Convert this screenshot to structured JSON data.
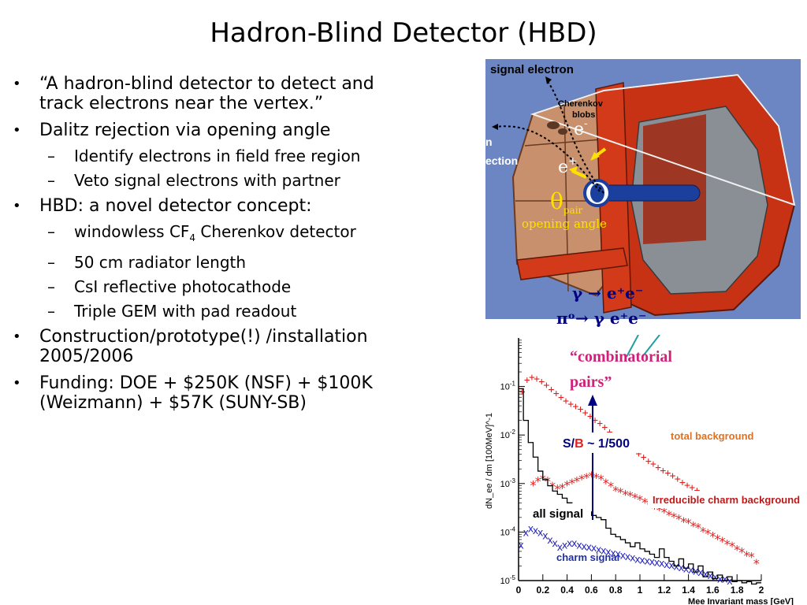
{
  "slide": {
    "title": "Hadron-Blind Detector (HBD)",
    "bullets": [
      {
        "text": "“A hadron-blind detector to detect and track electrons near the vertex.”"
      },
      {
        "text": "Dalitz rejection via opening angle",
        "sub": [
          "Identify electrons in field free region",
          "Veto signal electrons with partner"
        ]
      },
      {
        "text": "HBD: a novel detector concept:",
        "sub_first": {
          "pre": "windowless CF",
          "subscript": "4",
          "post": " Cherenkov detector"
        },
        "sub": [
          "50 cm radiator length",
          "CsI reflective photocathode",
          "Triple GEM with pad readout"
        ]
      },
      {
        "text": "Construction/prototype(!) /installation 2005/2006"
      },
      {
        "text": "Funding: DOE + $250K (NSF) + $100K (Weizmann) + $57K (SUNY-SB)"
      }
    ],
    "bullet_mark": "•",
    "sub_mark": "–"
  },
  "detector_figure": {
    "signal_electron": "signal electron",
    "partial_label_1": "n",
    "partial_label_2": "ection",
    "cherenkov_line1": "Cherenkov",
    "cherenkov_line2": "blobs",
    "e_minus": "e",
    "e_minus_sup": "-",
    "e_plus": "e",
    "e_plus_sup": "+",
    "theta": "θ",
    "theta_sub": "pair",
    "opening_angle": "opening angle",
    "colors": {
      "background": "#6c86c4",
      "red": "#c83214",
      "tan": "#c8906c",
      "blue_tube": "#1a3f9c",
      "yellow": "#ffe000"
    }
  },
  "equations": {
    "eq1": "γ → e⁺e⁻",
    "eq2": "πᵒ→ γ e⁺e⁻"
  },
  "chart_data": {
    "type": "scatter",
    "xlabel": "Mee Invariant mass [GeV]",
    "ylabel": "dN_ee / dm [100MeV]^-1",
    "x_scale": "linear",
    "y_scale": "log",
    "xlim": [
      0,
      2
    ],
    "ylim": [
      1e-05,
      1
    ],
    "x_ticks": [
      "0",
      "0.2",
      "0.4",
      "0.6",
      "0.8",
      "1",
      "1.2",
      "1.4",
      "1.6",
      "1.8",
      "2"
    ],
    "y_ticks": [
      {
        "base": "10",
        "exp": "-1",
        "value": 0.1
      },
      {
        "base": "10",
        "exp": "-2",
        "value": 0.01
      },
      {
        "base": "10",
        "exp": "-3",
        "value": 0.001
      },
      {
        "base": "10",
        "exp": "-4",
        "value": 0.0001
      },
      {
        "base": "10",
        "exp": "-5",
        "value": 1e-05
      }
    ],
    "annotations": {
      "combinatorial_line1": "“combinatorial",
      "combinatorial_line2": "pairs”",
      "sb_s": "S/",
      "sb_b": "B",
      "sb_rest": " ~ 1/500",
      "total_background": "total background",
      "irreducible_charm": "Irreducible charm  background",
      "all_signal": "all signal",
      "charm_signal": "charm signal"
    },
    "series": [
      {
        "name": "total background",
        "marker": "+",
        "color": "#e02020",
        "x": [
          0.03,
          0.07,
          0.11,
          0.15,
          0.19,
          0.23,
          0.27,
          0.31,
          0.35,
          0.39,
          0.43,
          0.47,
          0.51,
          0.55,
          0.59,
          0.63,
          0.67,
          0.71,
          0.75,
          0.79,
          0.83,
          0.87,
          0.91,
          0.95,
          0.99,
          1.03,
          1.07,
          1.11,
          1.15,
          1.19,
          1.23,
          1.27,
          1.31,
          1.35,
          1.39,
          1.43,
          1.47,
          1.51,
          1.55,
          1.59,
          1.65,
          1.7
        ],
        "y": [
          0.08,
          0.14,
          0.16,
          0.15,
          0.13,
          0.11,
          0.09,
          0.075,
          0.062,
          0.052,
          0.045,
          0.04,
          0.035,
          0.03,
          0.025,
          0.021,
          0.018,
          0.015,
          0.012,
          0.01,
          0.0085,
          0.0072,
          0.006,
          0.005,
          0.0043,
          0.0036,
          0.003,
          0.0026,
          0.0022,
          0.0019,
          0.0017,
          0.0015,
          0.0013,
          0.0011,
          0.00095,
          0.00085,
          0.00075,
          0.00065,
          0.00055,
          0.00048,
          0.0004,
          0.0004
        ]
      },
      {
        "name": "Irreducible charm  background",
        "marker": "*",
        "color": "#e02020",
        "x": [
          0.12,
          0.16,
          0.2,
          0.24,
          0.28,
          0.32,
          0.36,
          0.4,
          0.44,
          0.48,
          0.52,
          0.56,
          0.6,
          0.64,
          0.68,
          0.72,
          0.76,
          0.8,
          0.84,
          0.88,
          0.92,
          0.96,
          1.0,
          1.04,
          1.08,
          1.12,
          1.16,
          1.2,
          1.24,
          1.28,
          1.32,
          1.36,
          1.4,
          1.44,
          1.48,
          1.52,
          1.56,
          1.6,
          1.64,
          1.68,
          1.72,
          1.76,
          1.8,
          1.84,
          1.88,
          1.92,
          1.96
        ],
        "y": [
          0.0009,
          0.0011,
          0.0012,
          0.0011,
          0.00085,
          0.00075,
          0.0008,
          0.0009,
          0.001,
          0.0011,
          0.0012,
          0.0013,
          0.0014,
          0.0013,
          0.0012,
          0.001,
          0.00085,
          0.0007,
          0.00065,
          0.00058,
          0.00055,
          0.0005,
          0.00045,
          0.0004,
          0.00036,
          0.0003,
          0.00028,
          0.00025,
          0.00022,
          0.0002,
          0.00018,
          0.00016,
          0.00015,
          0.00013,
          0.00012,
          0.0001,
          9e-05,
          8e-05,
          7e-05,
          6.2e-05,
          5.5e-05,
          5e-05,
          4.2e-05,
          3.8e-05,
          3.2e-05,
          3e-05,
          2.2e-05
        ]
      },
      {
        "name": "charm signal",
        "marker": "x",
        "color": "#2020c0",
        "x": [
          0.02,
          0.06,
          0.1,
          0.14,
          0.18,
          0.22,
          0.26,
          0.3,
          0.34,
          0.38,
          0.42,
          0.46,
          0.5,
          0.54,
          0.58,
          0.62,
          0.66,
          0.7,
          0.74,
          0.78,
          0.82,
          0.86,
          0.9,
          0.94,
          0.98,
          1.02,
          1.06,
          1.1,
          1.14,
          1.18,
          1.22,
          1.26,
          1.3,
          1.34,
          1.38,
          1.42,
          1.46,
          1.5,
          1.54,
          1.58,
          1.62,
          1.66,
          1.7,
          1.74,
          1.78,
          1.82,
          1.86,
          1.9,
          1.94,
          1.98
        ],
        "y": [
          5.5e-05,
          0.0001,
          0.00012,
          0.00011,
          0.0001,
          8.5e-05,
          7e-05,
          6e-05,
          5e-05,
          5.5e-05,
          6e-05,
          6e-05,
          5.5e-05,
          5.2e-05,
          5e-05,
          4.8e-05,
          4.5e-05,
          4.2e-05,
          4e-05,
          3.8e-05,
          3.6e-05,
          3.4e-05,
          3.2e-05,
          3e-05,
          2.8e-05,
          2.7e-05,
          2.6e-05,
          2.5e-05,
          2.4e-05,
          2.3e-05,
          2.2e-05,
          2.1e-05,
          2e-05,
          1.9e-05,
          1.8e-05,
          1.7e-05,
          1.6e-05,
          1.5e-05,
          1.4e-05,
          1.3e-05,
          1.2e-05,
          1.1e-05,
          1.1e-05,
          1e-05,
          9.5e-06,
          9e-06,
          8.5e-06,
          8e-06,
          7.5e-06,
          7e-06
        ]
      },
      {
        "name": "all signal",
        "style": "step",
        "color": "#000000",
        "x": [
          0.0,
          0.04,
          0.08,
          0.12,
          0.16,
          0.2,
          0.24,
          0.28,
          0.32,
          0.36,
          0.4,
          0.44,
          0.48,
          0.52,
          0.56,
          0.6,
          0.64,
          0.68,
          0.72,
          0.76,
          0.8,
          0.84,
          0.88,
          0.92,
          0.96,
          1.0,
          1.04,
          1.08,
          1.12,
          1.16,
          1.2,
          1.24,
          1.28,
          1.32,
          1.36,
          1.4,
          1.44,
          1.48,
          1.52,
          1.56,
          1.6,
          1.64,
          1.68,
          1.72,
          1.76,
          1.8,
          1.84,
          1.88,
          1.92,
          1.96
        ],
        "y": [
          0.09,
          0.02,
          0.007,
          0.0035,
          0.0018,
          0.0012,
          0.0009,
          0.0007,
          0.0006,
          0.0005,
          0.0004,
          0.00035,
          0.0003,
          0.00028,
          0.00026,
          0.00022,
          0.0002,
          0.00018,
          0.00012,
          9e-05,
          8e-05,
          7e-05,
          6e-05,
          5e-05,
          6e-05,
          4.5e-05,
          4e-05,
          3.5e-05,
          3e-05,
          4.5e-05,
          3e-05,
          2.5e-05,
          2e-05,
          2.8e-05,
          1.8e-05,
          2.2e-05,
          1.5e-05,
          2e-05,
          1.2e-05,
          1.5e-05,
          1.1e-05,
          1.3e-05,
          1e-05,
          1.2e-05,
          9.5e-06,
          1e-05,
          9e-06,
          9.5e-06,
          8.5e-06,
          9e-06
        ]
      }
    ]
  }
}
